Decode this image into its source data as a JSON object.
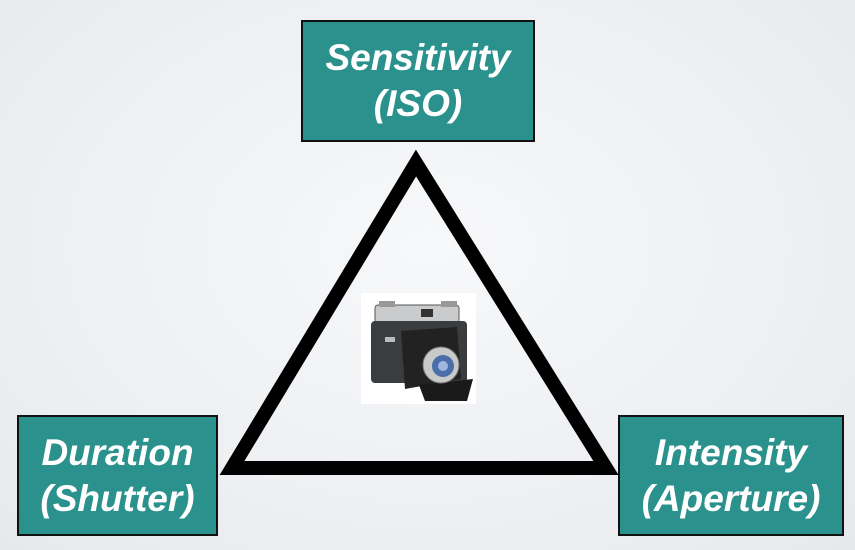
{
  "top": {
    "line1": "Sensitivity",
    "line2": "(ISO)"
  },
  "left": {
    "line1": "Duration",
    "line2": "(Shutter)"
  },
  "right": {
    "line1": "Intensity",
    "line2": "(Aperture)"
  },
  "colors": {
    "box": "#2a918d",
    "triangle": "#000000"
  },
  "center_image": "camera-icon"
}
